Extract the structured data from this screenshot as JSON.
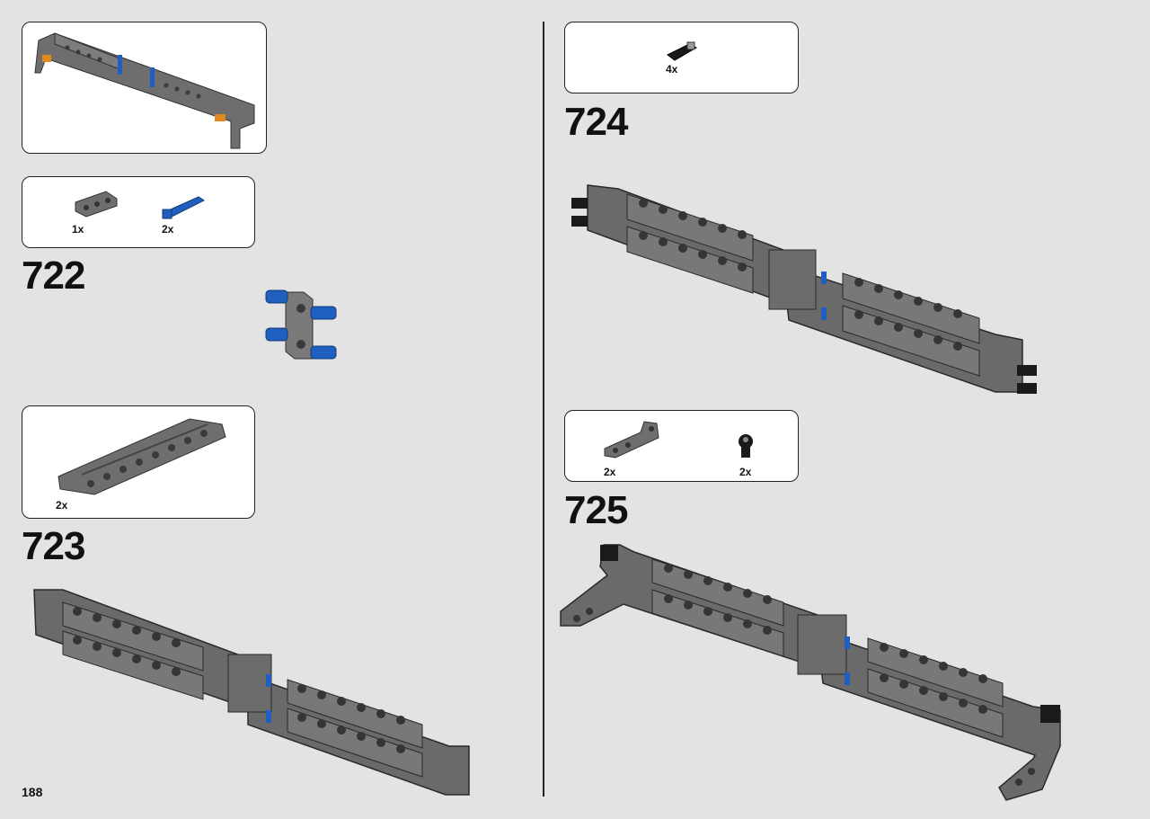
{
  "page_number": "188",
  "steps": [
    {
      "number": "722",
      "parts": [
        {
          "qty": "1x",
          "part": "gray-beam-3"
        },
        {
          "qty": "2x",
          "part": "blue-axle-pin"
        }
      ]
    },
    {
      "number": "723",
      "parts": [
        {
          "qty": "2x",
          "part": "gray-panel-beam"
        }
      ]
    },
    {
      "number": "724",
      "parts": [
        {
          "qty": "4x",
          "part": "black-pin"
        }
      ]
    },
    {
      "number": "725",
      "parts": [
        {
          "qty": "2x",
          "part": "gray-angled-beam"
        },
        {
          "qty": "2x",
          "part": "black-ball-joint"
        }
      ]
    }
  ],
  "colors": {
    "background": "#e3e3e3",
    "part_gray": "#6e6e6e",
    "part_blue": "#1f5fbf",
    "part_orange": "#e08a1e",
    "part_black": "#1a1a1a"
  }
}
